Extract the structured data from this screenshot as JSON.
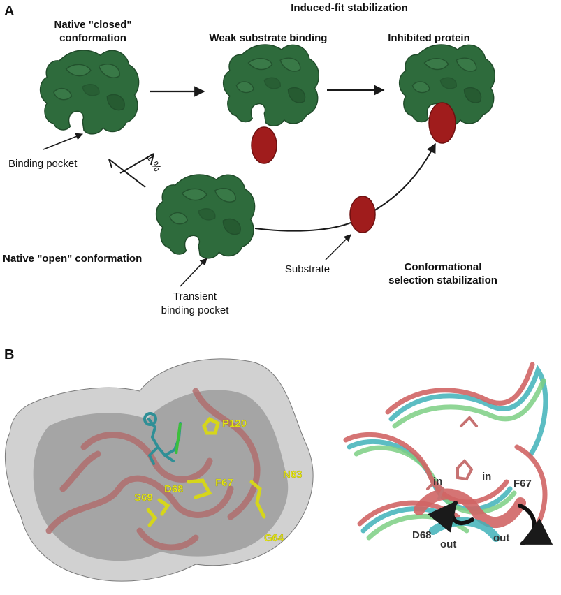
{
  "panel_a": {
    "letter": "A",
    "induced_fit_title": "Induced-fit stabilization",
    "closed_title_line1": "Native \"closed\"",
    "closed_title_line2": "conformation",
    "weak_binding_title": "Weak substrate binding",
    "inhibited_title": "Inhibited protein",
    "binding_pocket_label": "Binding pocket",
    "equilibrium_label": "1 %",
    "open_title": "Native \"open\" conformation",
    "transient_pocket_line1": "Transient",
    "transient_pocket_line2": "binding pocket",
    "substrate_label": "Substrate",
    "conf_sel_line1": "Conformational",
    "conf_sel_line2": "selection stabilization"
  },
  "panel_b": {
    "letter": "B",
    "left_residue_labels": [
      "P120",
      "F67",
      "N63",
      "D68",
      "S69",
      "G64"
    ],
    "right_labels": {
      "in_left": "in",
      "in_right": "in",
      "f67": "F67",
      "d68": "D68",
      "out_left": "out",
      "out_right": "out"
    }
  },
  "colors": {
    "protein_green": "#2e6b3c",
    "protein_green_light": "#4f8f5a",
    "substrate_red": "#a01c1c",
    "residue_yellow": "#e6e619",
    "surface_gray": "#8c8c8c",
    "ribbon_salmon": "#d06565",
    "ribbon_cyan": "#3fb2b8",
    "ribbon_green": "#7ccf84"
  }
}
